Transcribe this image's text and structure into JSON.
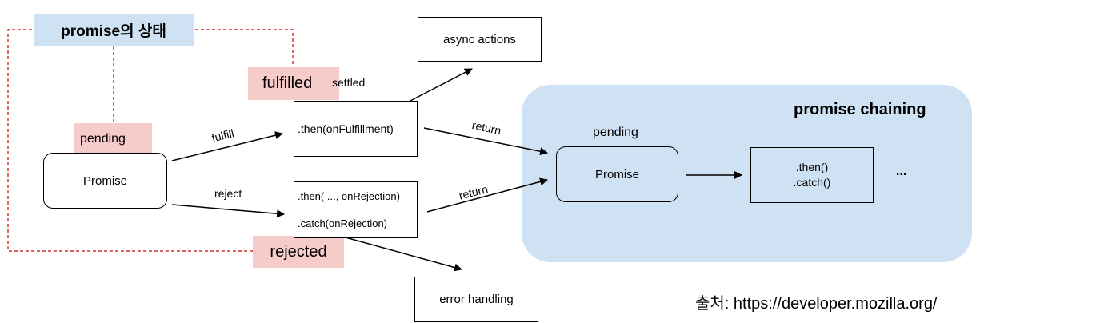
{
  "title": "promise의 상태",
  "states": {
    "pending": "pending",
    "fulfilled": "fulfilled",
    "settled": "settled",
    "rejected": "rejected"
  },
  "nodes": {
    "promise": "Promise",
    "then_fulfillment": ".then(onFulfillment)",
    "then_rejection": ".then( ..., onRejection)",
    "catch_rejection": ".catch(onRejection)",
    "async_actions": "async actions",
    "error_handling": "error handling"
  },
  "edges": {
    "fulfill": "fulfill",
    "reject": "reject",
    "return_top": "return",
    "return_bottom": "return"
  },
  "chaining": {
    "title": "promise chaining",
    "pending": "pending",
    "promise": "Promise",
    "then": ".then()",
    "catch": ".catch()",
    "ellipsis": "..."
  },
  "source": "출처: https://developer.mozilla.org/",
  "colors": {
    "blue_fill": "#cfe2f3",
    "red_fill": "#f8cbcb",
    "dashed_red": "#cc0000"
  }
}
